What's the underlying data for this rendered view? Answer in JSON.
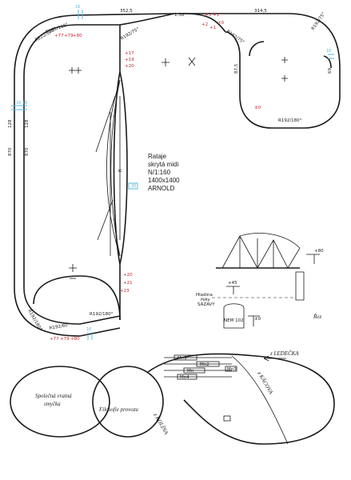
{
  "title_block": {
    "line1": "Rataje",
    "line2": "skrytá midi",
    "line3": "N/1:160",
    "line4": "1400x1400",
    "line5": "ARNOLD"
  },
  "dimensions": {
    "top_left": "352,5",
    "top_right": "314,5",
    "left_a": "870",
    "left_b": "870",
    "left_c": "128",
    "left_d": "128",
    "right_a": "87,5",
    "right_b": "69"
  },
  "radii": {
    "top_left_outer": "R222/100°",
    "top_left_inner": "R192/110°",
    "mid_center": "R192/75°",
    "top_right_a": "R192/75°",
    "top_right_b": "R192/75°",
    "right_bottom": "R192/180°",
    "bottom_left_outer": "R192/180°",
    "bottom_left_inner": "R192/60°",
    "bottom_right": "R222/60°",
    "bottom_mid": "R192/180°",
    "center_r": "R"
  },
  "heights": {
    "h1": "+77",
    "h2": "+79",
    "h3": "+80",
    "h4": "+17",
    "h5": "+19",
    "h6": "+20",
    "h7": "+3",
    "h8": "+1",
    "h9": "+2",
    "h10": "±0",
    "h11": "+1",
    "h12": "1:38",
    "h13": "±0",
    "h14": "+20",
    "h15": "+21",
    "h16": "+23",
    "h17": "+77",
    "h18": "+79",
    "h19": "+80"
  },
  "cyan_marks": {
    "c1": "16",
    "c2": "16",
    "c3": "16",
    "c4": "30",
    "c5": "16",
    "c6": "16"
  },
  "section": {
    "height_top": "+80",
    "height_mid": "+45",
    "height_zero": "±0",
    "level_label_1": "Hladina",
    "level_label_2": "řeky",
    "level_label_3": "SÁZAVY",
    "car_label": "NEM 102",
    "rez_label": "Řez"
  },
  "scheme": {
    "to_ledecka": "z LEDEČKA",
    "kacova": "z KÁCOVA",
    "kolina": "z KOLÍNA",
    "loop_1": "Společná vratná",
    "loop_2": "smyčka",
    "philosophy": "Filosofie provozu",
    "station_1": "Mn1",
    "station_2": "Mn2",
    "station_3": "Mn",
    "station_4": "Mn4",
    "station_5": "Mn3"
  }
}
